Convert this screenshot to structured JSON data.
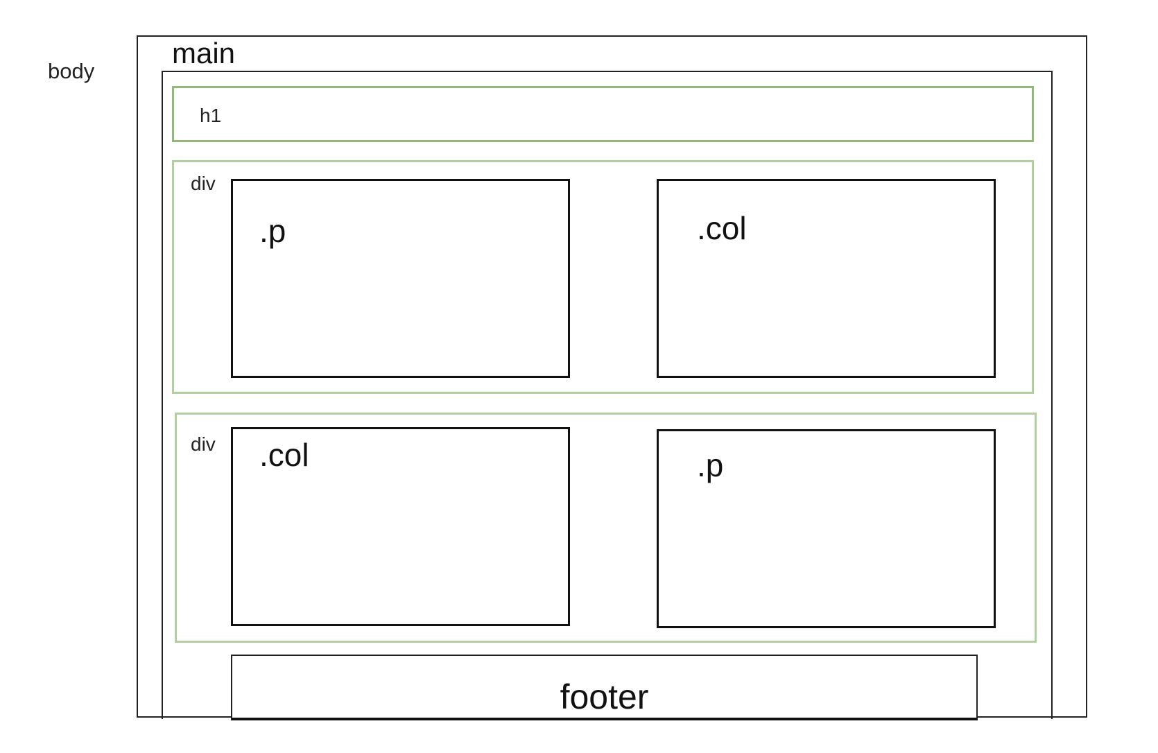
{
  "labels": {
    "body": "body",
    "main": "main",
    "h1": "h1",
    "div_top": "div",
    "div_bottom": "div",
    "footer": "footer"
  },
  "cells": [
    {
      "label": ".p"
    },
    {
      "label": ".col"
    },
    {
      "label": ".col"
    },
    {
      "label": ".p"
    }
  ],
  "colors": {
    "outline": "#222222",
    "h1_border": "#93b87a",
    "div_border": "#b3cfa0",
    "background": "#ffffff"
  }
}
